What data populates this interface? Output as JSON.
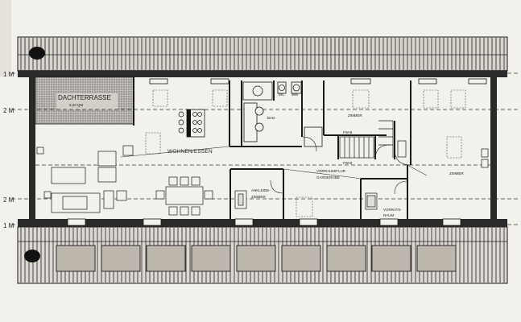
{
  "plan": {
    "levels": {
      "top": "1 M",
      "upper": "2 M",
      "lower": "2 M",
      "bottom": "1 M"
    },
    "rooms": {
      "terrace": {
        "name": "DACHTERRASSE",
        "area": "8,20 QM"
      },
      "living": "WOHNEN/ESSEN",
      "bath": "BAD",
      "wc": "WC",
      "wm": "WM",
      "room_top": "ZIMMER",
      "room_right": "ZIMMER",
      "hall_1": "VORRAUM/FLUR",
      "hall_2": "GARDEROBE",
      "dressing_1": "ANKLEIDE-",
      "dressing_2": "ZIMMER",
      "storage_1": "VORRATS-",
      "storage_2": "RAUM"
    },
    "notes": {
      "fw_top": "FW-B",
      "fw_bottom": "FW-B"
    },
    "colors": {
      "paper": "#f4f2ed",
      "ink": "#1a1a1a",
      "roof_fill": "#cfcac2",
      "background": "#ece9e3"
    }
  }
}
